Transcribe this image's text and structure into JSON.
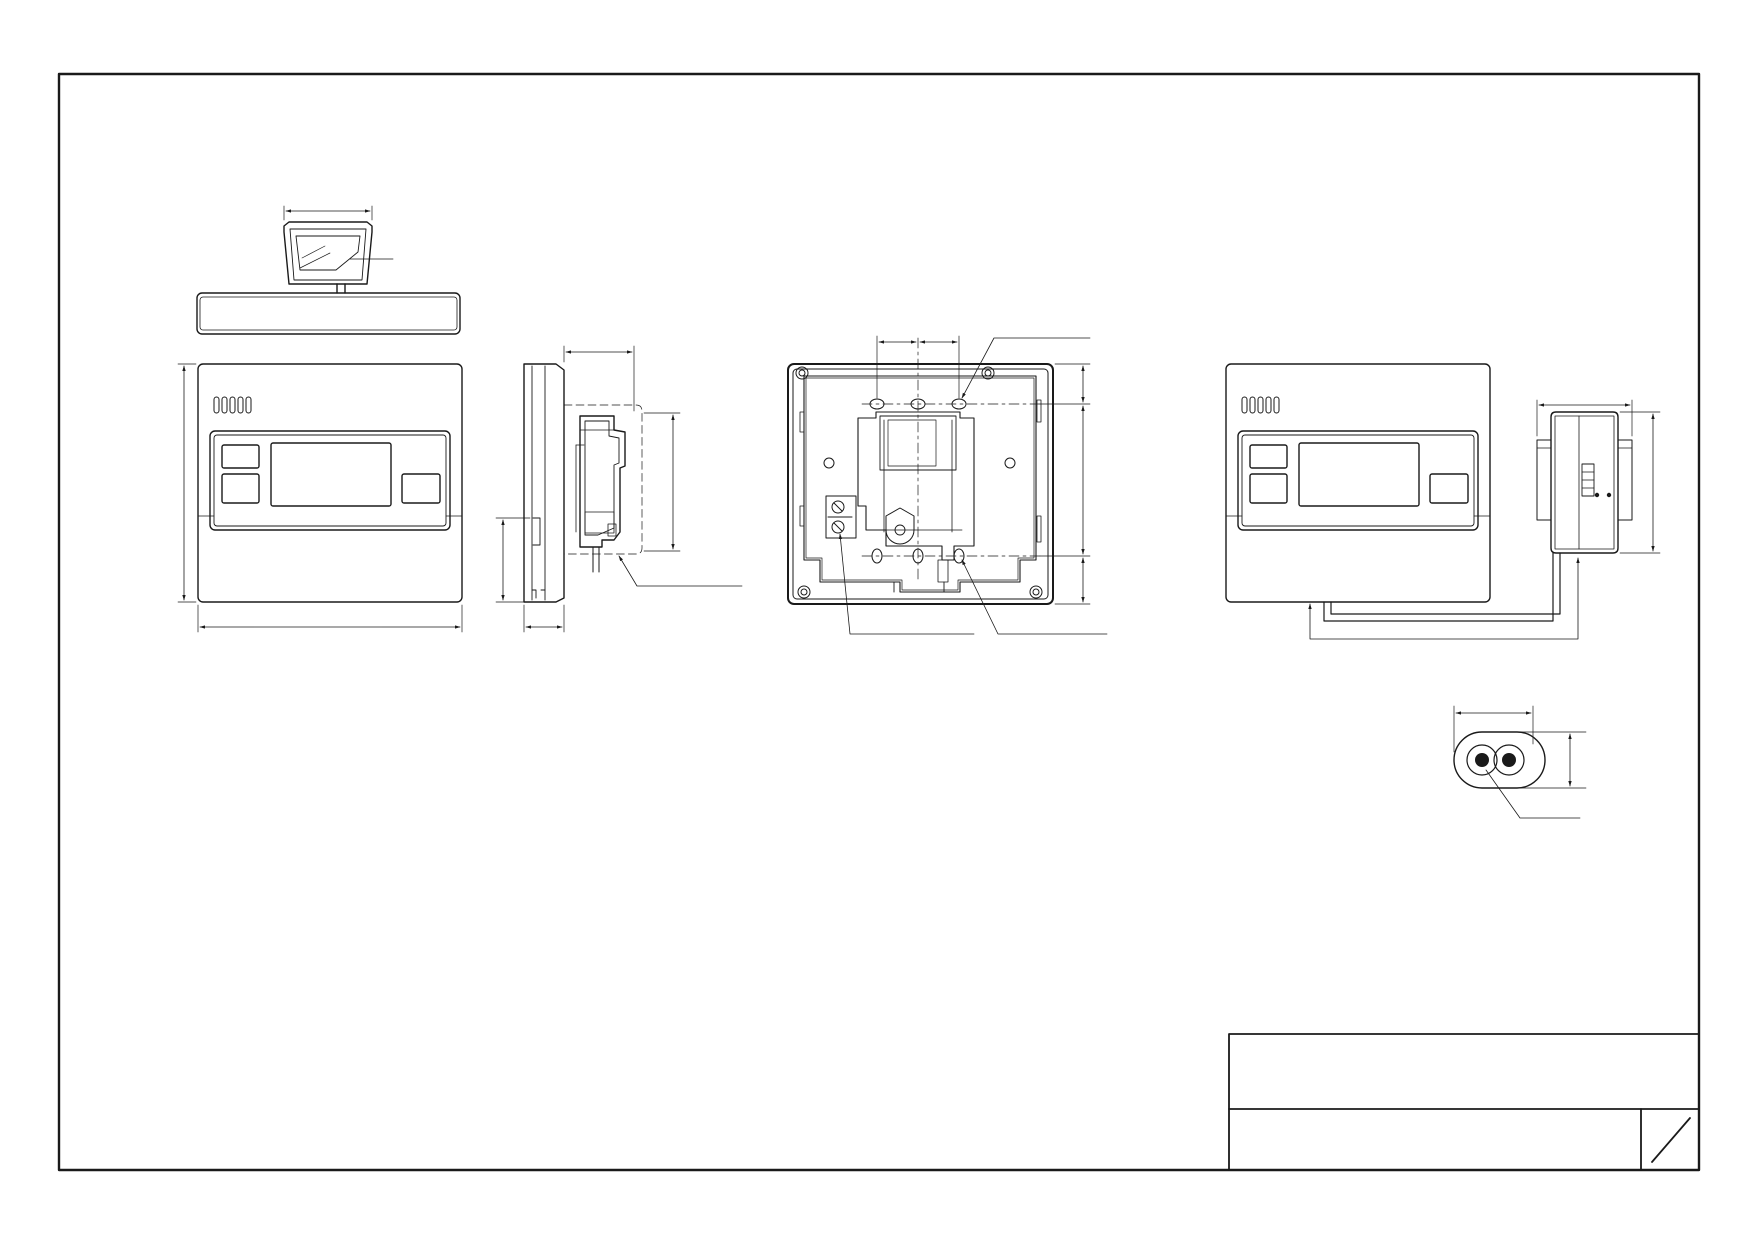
{
  "drawing": {
    "title_block": {
      "title_text": "",
      "drawing_number": "",
      "sheet": ""
    },
    "views": [
      {
        "id": "top-view"
      },
      {
        "id": "front-view"
      },
      {
        "id": "side-view"
      },
      {
        "id": "rear-view"
      },
      {
        "id": "front-view-with-module"
      },
      {
        "id": "cable-section"
      }
    ],
    "colors": {
      "line": "#1a1a1a",
      "background": "#ffffff"
    }
  }
}
